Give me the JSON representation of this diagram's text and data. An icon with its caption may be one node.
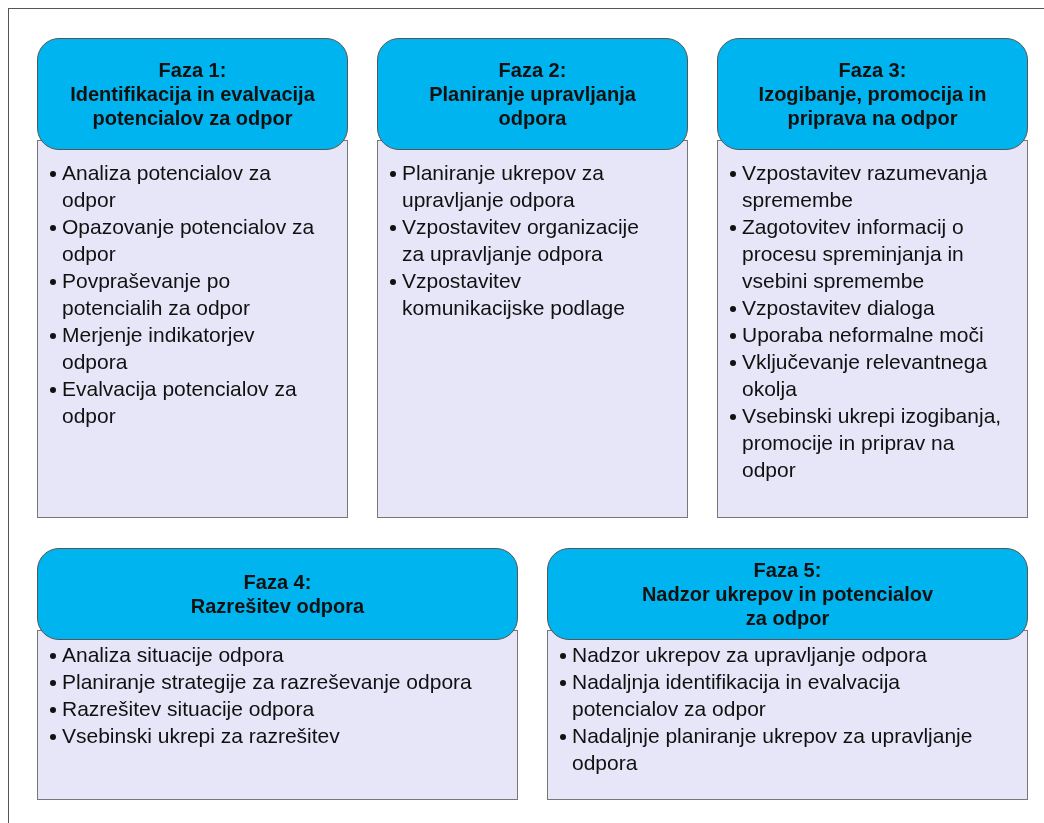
{
  "diagram": {
    "nodes": [
      {
        "text": [
          "Faza 1:",
          "Identifikacija in evalvacija potencialov za odpor"
        ]
      },
      {
        "text": [
          "Analiza potencialov za odpor",
          "Opazovanje potencialov za odpor",
          "Povpraševanje po potencialih za odpor",
          "Merjenje indikatorjev odpora",
          "Evalvacija potencialov za odpor"
        ]
      },
      {
        "text": [
          "Faza 2:",
          "Planiranje upravljanja odpora"
        ]
      },
      {
        "text": [
          "Planiranje ukrepov za upravljanje odpora",
          "Vzpostavitev organizacije za upravljanje odpora",
          "Vzpostavitev komunikacijske podlage"
        ]
      },
      {
        "text": [
          "Faza 3:",
          "Izogibanje, promocija in priprava na odpor"
        ]
      },
      {
        "text": [
          "Vzpostavitev razumevanja spremembe",
          "Zagotovitev informacij o procesu spreminjanja in vsebini spremembe",
          "Vzpostavitev dialoga",
          "Uporaba neformalne moči",
          "Vključevanje relevantnega okolja",
          "Vsebinski ukrepi izogibanja, promocije in priprav na odpor"
        ]
      },
      {
        "text": [
          "Faza 4:",
          "Razrešitev odpora"
        ]
      },
      {
        "text": [
          "Analiza situacije odpora",
          "Planiranje strategije za razreševanje odpora",
          "Razrešitev situacije odpora",
          "Vsebinski ukrepi za razrešitev"
        ]
      },
      {
        "text": [
          "Faza 5:",
          "Nadzor ukrepov in potencialov za odpor"
        ]
      },
      {
        "text": [
          "Nadzor ukrepov za upravljanje odpora",
          "Nadaljnja identifikacija in evalvacija potencialov za odpor",
          "Nadaljnje planiranje ukrepov za upravljanje odpora"
        ]
      }
    ]
  }
}
